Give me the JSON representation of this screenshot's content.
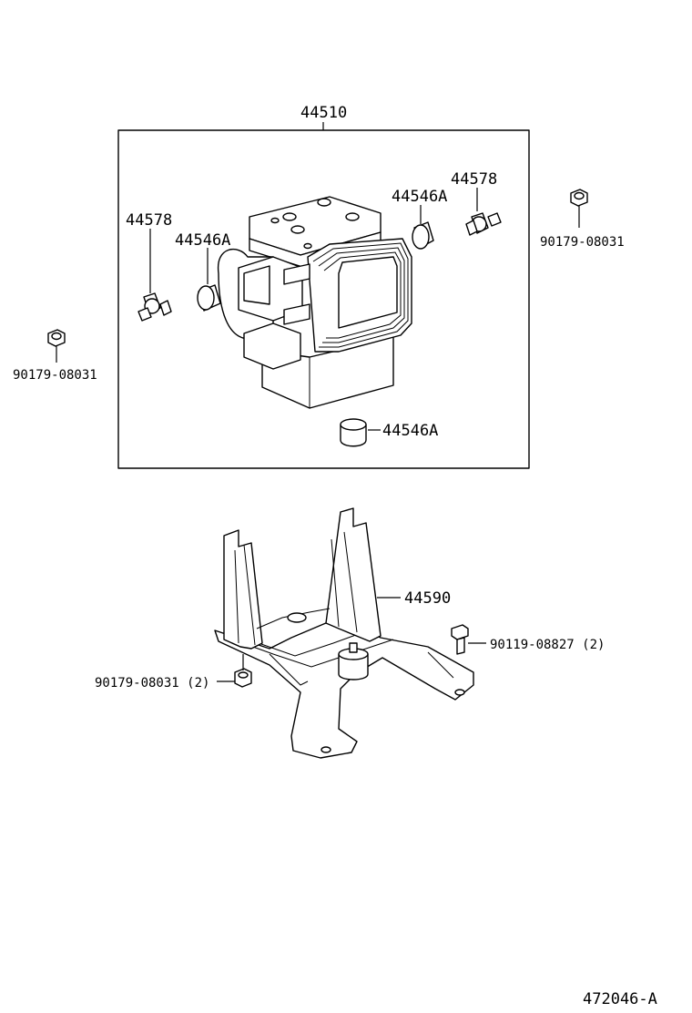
{
  "diagram": {
    "labels": {
      "actuator_assembly": "44510",
      "bolt_left": "44578",
      "bolt_right": "44578",
      "cushion_left": "44546A",
      "cushion_right": "44546A",
      "cushion_bottom": "44546A",
      "nut_left": "90179-08031",
      "nut_right": "90179-08031",
      "bracket": "44590",
      "bracket_nut": "90179-08031 (2)",
      "bracket_bolt": "90119-08827 (2)"
    },
    "figure_id": "472046-A"
  }
}
